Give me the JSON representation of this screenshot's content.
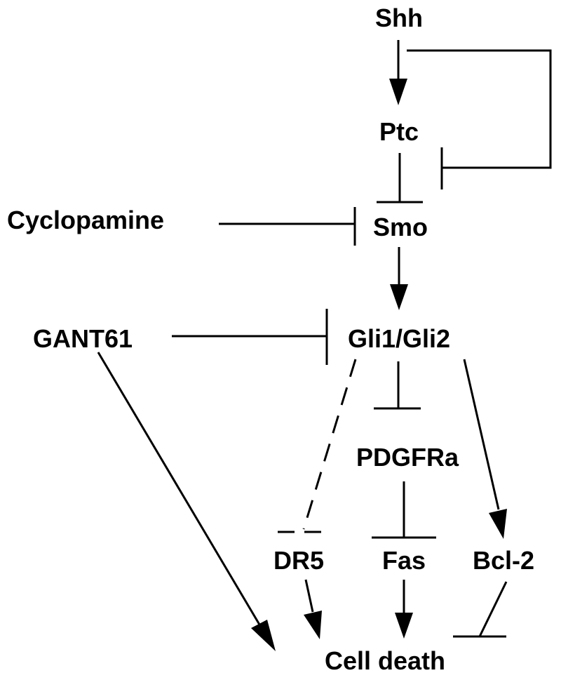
{
  "nodes": {
    "shh": "Shh",
    "ptc": "Ptc",
    "smo": "Smo",
    "cyclopamine": "Cyclopamine",
    "gli": "Gli1/Gli2",
    "gant61": "GANT61",
    "pdgfra": "PDGFRa",
    "dr5": "DR5",
    "fas": "Fas",
    "bcl2": "Bcl-2",
    "cell_death": "Cell death"
  },
  "colors": {
    "ink": "#000000",
    "background": "#ffffff"
  }
}
